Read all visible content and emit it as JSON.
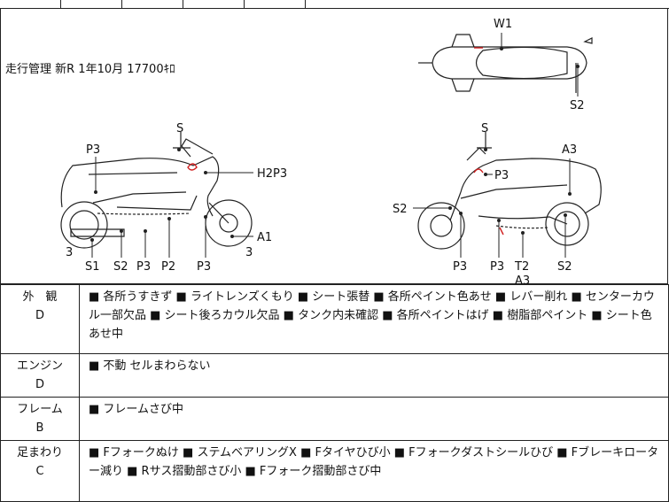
{
  "note": "走行管理 新R 1年10月 17700ｷﾛ",
  "top_view_labels": {
    "w1": "W1",
    "s2": "S2"
  },
  "left_view_labels": {
    "p3_top": "P3",
    "s_top": "S",
    "h2p3": "H2P3",
    "a1": "A1",
    "three_left": "3",
    "s1": "S1",
    "s2": "S2",
    "p3_mid": "P3",
    "p2": "P2",
    "p3_low": "P3",
    "three_right": "3"
  },
  "right_view_labels": {
    "s_top": "S",
    "a3_top": "A3",
    "p3_upper": "P3",
    "s2_left": "S2",
    "p3_a": "P3",
    "p3_b": "P3",
    "t2": "T2",
    "a3_bottom": "A3",
    "s2_right": "S2"
  },
  "evaluations": [
    {
      "name_line1": "外　観",
      "grade": "D",
      "text": "■ 各所うすきず ■ ライトレンズくもり ■ シート張替 ■ 各所ペイント色あせ ■ レバー削れ ■ センターカウル一部欠品 ■ シート後ろカウル欠品 ■ タンク内未確認 ■ 各所ペイントはげ ■ 樹脂部ペイント ■ シート色あせ中"
    },
    {
      "name_line1": "エンジン",
      "grade": "D",
      "text": "■ 不動 セルまわらない"
    },
    {
      "name_line1": "フレーム",
      "grade": "B",
      "text": "■ フレームさび中"
    },
    {
      "name_line1": "足まわり",
      "grade": "C",
      "text": "■ Fフォークぬけ ■ ステムベアリングX ■ Fタイヤひび小 ■ Fフォークダストシールひび ■ Fブレーキロータ ー減り ■ Rサス摺動部さび小 ■ Fフォーク摺動部さび中"
    }
  ],
  "colors": {
    "line": "#222222",
    "damage_mark": "#d02020"
  }
}
